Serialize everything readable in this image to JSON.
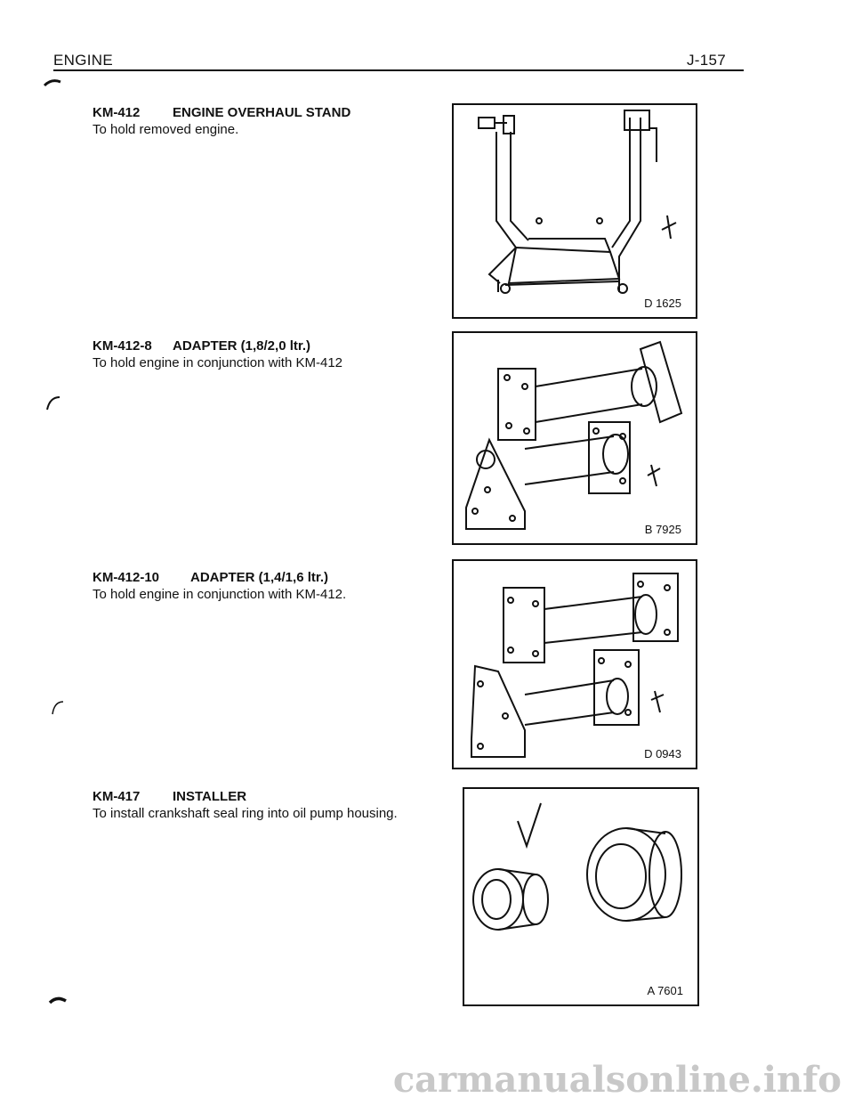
{
  "header": {
    "section": "ENGINE",
    "page_number": "J-157"
  },
  "entries": [
    {
      "code": "KM-412",
      "title": "ENGINE OVERHAUL STAND",
      "description": "To hold removed engine.",
      "figure_id": "D 1625"
    },
    {
      "code": "KM-412-8",
      "title": "ADAPTER (1,8/2,0 ltr.)",
      "description": "To hold engine in conjunction with KM-412",
      "figure_id": "B 7925"
    },
    {
      "code": "KM-412-10",
      "title": "ADAPTER (1,4/1,6 ltr.)",
      "description": "To hold engine in conjunction with KM-412.",
      "figure_id": "D 0943"
    },
    {
      "code": "KM-417",
      "title": "INSTALLER",
      "description": "To install crankshaft seal ring into oil pump housing.",
      "figure_id": "A 7601"
    }
  ],
  "watermark": "carmanualsonline.info"
}
